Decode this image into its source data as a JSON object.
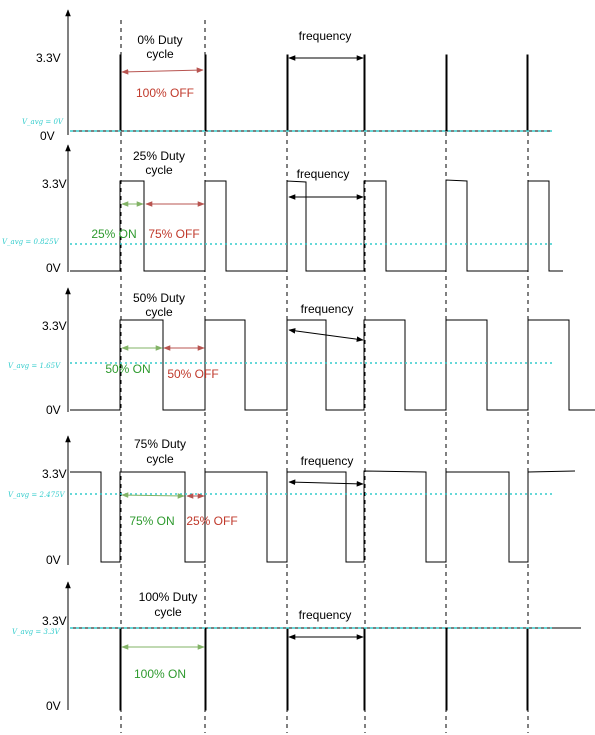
{
  "colors": {
    "avg": "#33cccc",
    "on": "#2e9a2e",
    "off": "#c0392b",
    "on_arrow": "#82b366",
    "off_arrow": "#b85450"
  },
  "panels": [
    {
      "high": "3.3V",
      "low": "0V",
      "title1": "0% Duty",
      "title2": "cycle",
      "vavg": "V_avg = 0V",
      "freq": "frequency",
      "on_label": "",
      "off_label": "100% OFF",
      "duty": 0
    },
    {
      "high": "3.3V",
      "low": "0V",
      "title1": "25% Duty",
      "title2": "cycle",
      "vavg": "V_avg = 0.825V",
      "freq": "frequency",
      "on_label": "25% ON",
      "off_label": "75% OFF",
      "duty": 0.25
    },
    {
      "high": "3.3V",
      "low": "0V",
      "title1": "50% Duty",
      "title2": "cycle",
      "vavg": "V_avg = 1.65V",
      "freq": "frequency",
      "on_label": "50% ON",
      "off_label": "50% OFF",
      "duty": 0.5
    },
    {
      "high": "3.3V",
      "low": "0V",
      "title1": "75% Duty",
      "title2": "cycle",
      "vavg": "V_avg = 2.475V",
      "freq": "frequency",
      "on_label": "75% ON",
      "off_label": "25% OFF",
      "duty": 0.75
    },
    {
      "high": "3.3V",
      "low": "0V",
      "title1": "100% Duty",
      "title2": "cycle",
      "vavg": "V_avg = 3.3V",
      "freq": "frequency",
      "on_label": "100% ON",
      "off_label": "",
      "duty": 1
    }
  ]
}
